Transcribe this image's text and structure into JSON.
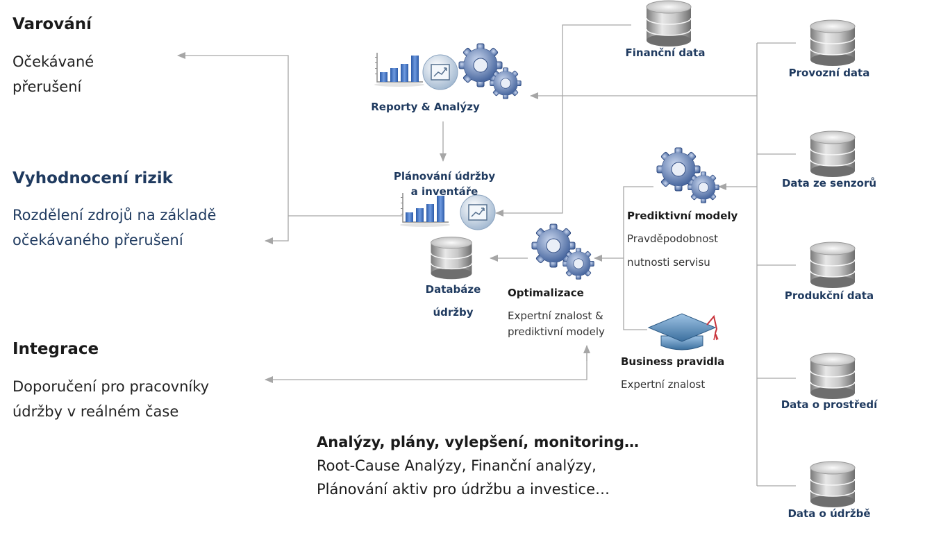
{
  "left": {
    "warning": {
      "title": "Varování",
      "text": "Očekávané přerušení"
    },
    "risk": {
      "title": "Vyhodnocení rizik",
      "text": "Rozdělení zdrojů na základě očekávaného přerušení"
    },
    "integration": {
      "title": "Integrace",
      "text": "Doporučení pro pracovníky údržby v reálném čase"
    }
  },
  "center": {
    "reports": "Reporty & Analýzy",
    "planning": "Plánování údržby a inventáře",
    "maintenance_db": {
      "line1": "Databáze",
      "line2": "údržby"
    },
    "optimization": {
      "title": "Optimalizace",
      "text": "Expertní znalost & prediktivní modely"
    },
    "predictive": {
      "title": "Prediktivní modely",
      "line1": "Pravděpodobnost",
      "line2": "nutnosti servisu"
    },
    "business": {
      "title": "Business pravidla",
      "text": "Expertní znalost"
    },
    "financial_data": "Finanční data"
  },
  "sources": [
    "Provozní data",
    "Data ze senzorů",
    "Produkční data",
    "Data o prostředí",
    "Data o údržbě"
  ],
  "bottom": {
    "title": "Analýzy, plány, vylepšení, monitoring…",
    "line1": "Root-Cause Analýzy, Finanční analýzy,",
    "line2": "Plánování aktiv pro údržbu a investice…"
  },
  "colors": {
    "connector": "#a6a6a6",
    "label_blue": "#1f3a5f",
    "bar_blue": "#3a6fc0",
    "gear_blue": "#5b79ad"
  }
}
